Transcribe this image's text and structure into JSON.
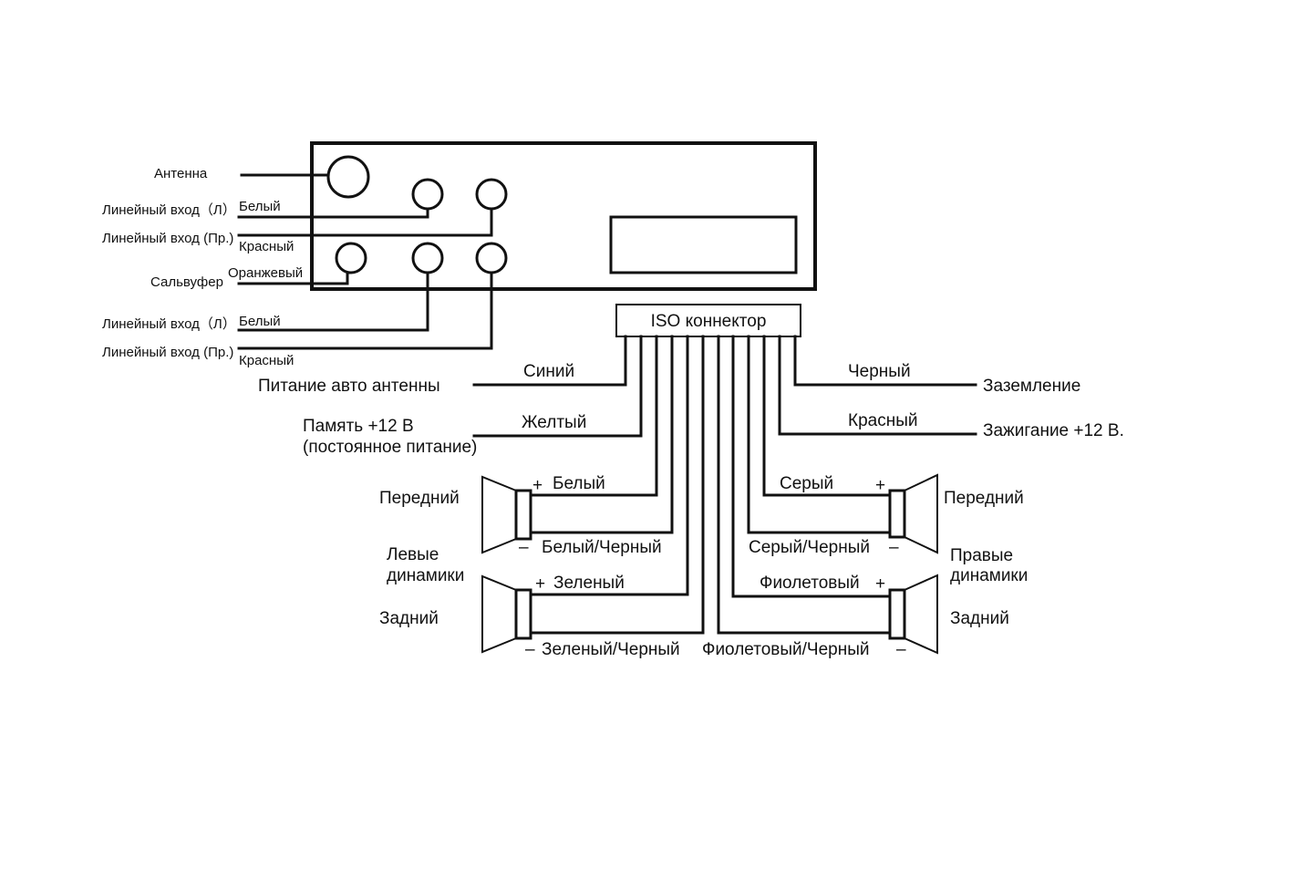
{
  "head_unit": {
    "antenna": "Антенна",
    "line_in_top_left": "Линейный вход（Л）",
    "line_in_top_left_color": "Белый",
    "line_in_top_right": "Линейный вход (Пр.)",
    "line_in_top_right_color": "Красный",
    "subwoofer": "Сальвуфер",
    "subwoofer_color": "Оранжевый",
    "line_in_bottom_left": "Линейный вход（Л）",
    "line_in_bottom_left_color": "Белый",
    "line_in_bottom_right": "Линейный вход (Пр.)",
    "line_in_bottom_right_color": "Красный"
  },
  "iso": {
    "title": "ISO коннектор"
  },
  "power": {
    "antenna_power_color": "Синий",
    "antenna_power_label": "Питание авто антенны",
    "memory_color": "Желтый",
    "memory_label_line1": "Память +12 В",
    "memory_label_line2": "(постоянное питание)",
    "ground_color": "Черный",
    "ground_label": "Заземление",
    "ignition_color": "Красный",
    "ignition_label": "Зажигание +12 В."
  },
  "left_speakers": {
    "front_label": "Передний",
    "group_line1": "Левые",
    "group_line2": "динамики",
    "rear_label": "Задний",
    "front_plus_color": "Белый",
    "front_minus_color": "Белый/Черный",
    "rear_plus_color": "Зеленый",
    "rear_minus_color": "Зеленый/Черный"
  },
  "right_speakers": {
    "front_label": "Передний",
    "group_line1": "Правые",
    "group_line2": "динамики",
    "rear_label": "Задний",
    "front_plus_color": "Серый",
    "front_minus_color": "Серый/Черный",
    "rear_plus_color": "Фиолетовый",
    "rear_minus_color": "Фиолетовый/Черный"
  },
  "polarity": {
    "plus": "+",
    "minus": "–"
  }
}
